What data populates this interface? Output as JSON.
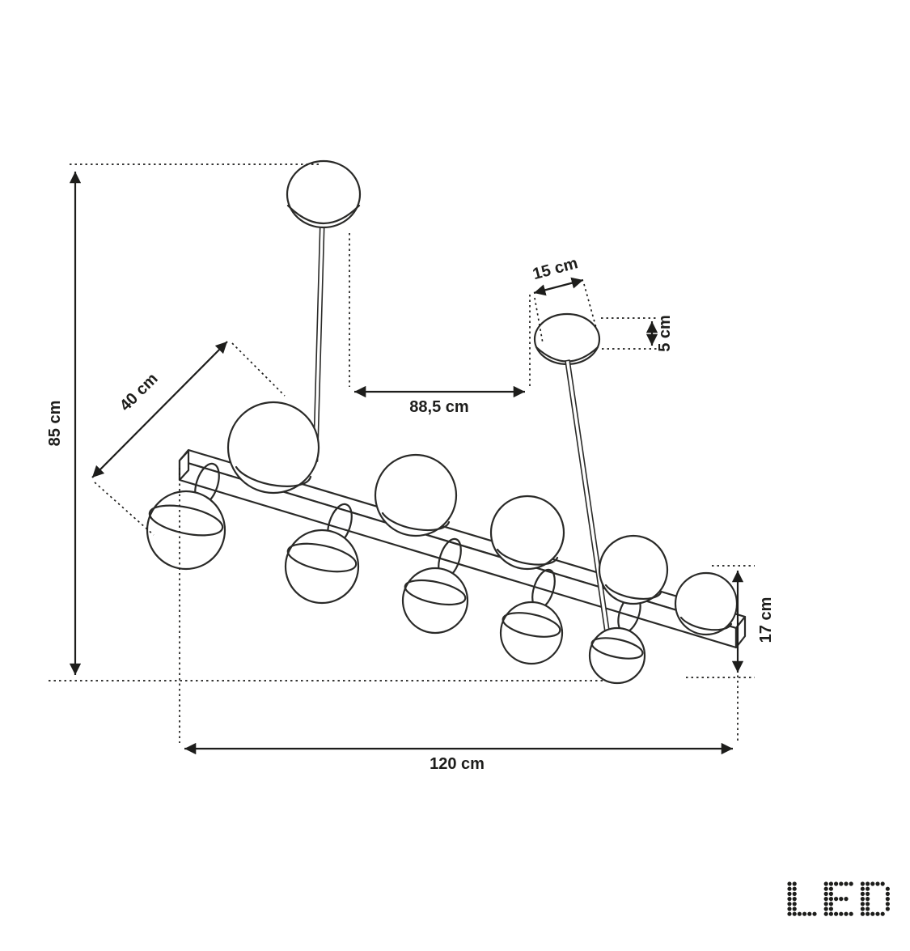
{
  "diagram": {
    "labels": {
      "overall_height": "85 cm",
      "fixture_depth": "40 cm",
      "canopy_spacing": "88,5 cm",
      "canopy_diameter": "15 cm",
      "canopy_height": "5 cm",
      "fixture_height": "17 cm",
      "overall_width": "120 cm"
    },
    "logo": "LED",
    "colors": {
      "line": "#1d1d1b",
      "artline": "#2a2a28",
      "background": "#ffffff"
    }
  }
}
